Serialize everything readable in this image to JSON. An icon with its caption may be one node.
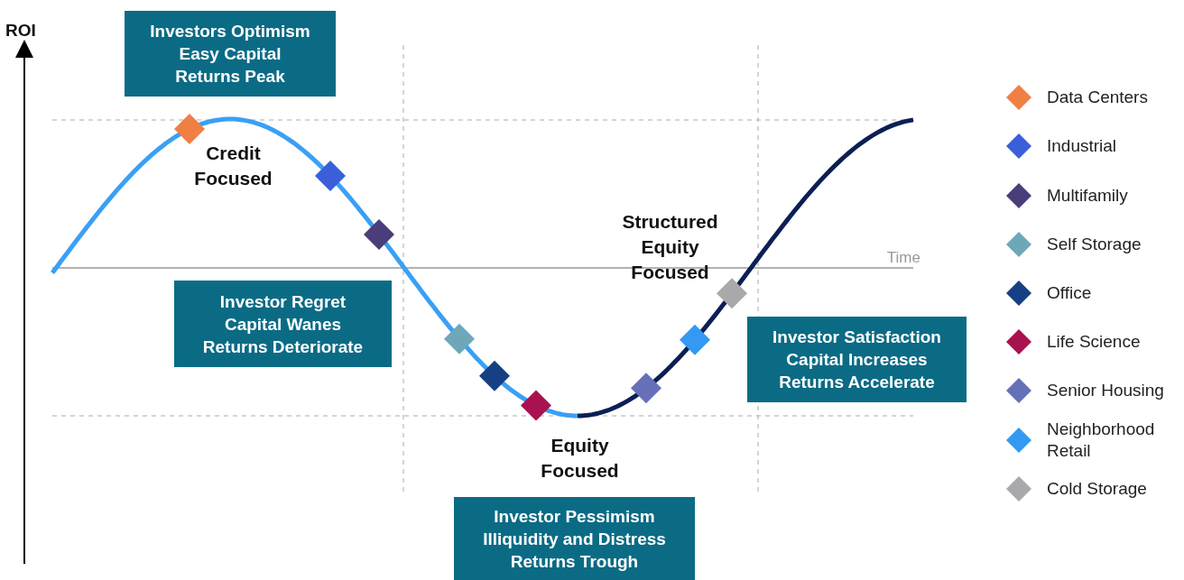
{
  "diagram": {
    "nodes": [
      {
        "text": [
          "Investors Optimism",
          "Easy Capital",
          "Returns Peak"
        ]
      },
      {
        "text": [
          "Investor Regret",
          "Capital Wanes",
          "Returns Deteriorate"
        ]
      },
      {
        "text": [
          "Investor Pessimism",
          "Illiquidity and Distress",
          "Returns Trough"
        ]
      },
      {
        "text": [
          "Investor Satisfaction",
          "Capital Increases",
          "Returns Accelerate"
        ]
      }
    ],
    "labels": [
      "ROI",
      "Time",
      "Credit Focused",
      "Structured Equity Focused",
      "Equity Focused"
    ],
    "legend": [
      {
        "text": "Data Centers",
        "color": "#f07f45"
      },
      {
        "text": "Industrial",
        "color": "#3a5fd9"
      },
      {
        "text": "Multifamily",
        "color": "#4b3d7a"
      },
      {
        "text": "Self Storage",
        "color": "#6ea8b8"
      },
      {
        "text": "Office",
        "color": "#173f84"
      },
      {
        "text": "Life Science",
        "color": "#a8124f"
      },
      {
        "text": "Senior Housing",
        "color": "#6670b8"
      },
      {
        "text": "Neighborhood Retail",
        "color": "#3399f2"
      },
      {
        "text": "Cold Storage",
        "color": "#a9a9ab"
      }
    ]
  }
}
